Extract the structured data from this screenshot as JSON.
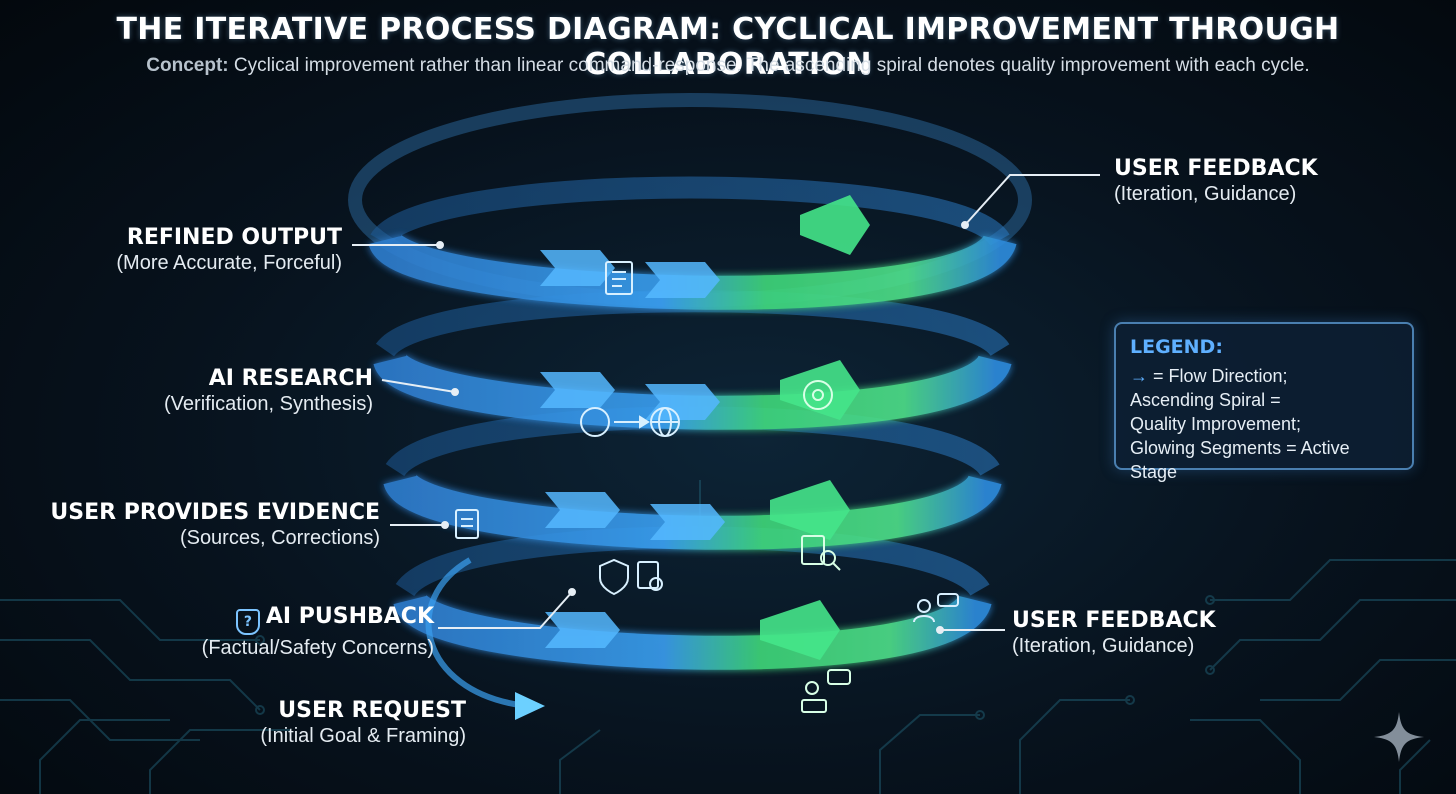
{
  "header": {
    "title": "THE ITERATIVE PROCESS DIAGRAM: CYCLICAL IMPROVEMENT THROUGH COLLABORATION",
    "concept_label": "Concept:",
    "concept_text": "Cyclical improvement rather than linear command-response. The ascending spiral denotes quality improvement with each cycle."
  },
  "stages": [
    {
      "title": "REFINED OUTPUT",
      "subtitle": "(More Accurate, Forceful)",
      "icon": "document-icon"
    },
    {
      "title": "AI RESEARCH",
      "subtitle": "(Verification, Synthesis)",
      "icon": "brain-to-globe-icon"
    },
    {
      "title": "USER PROVIDES EVIDENCE",
      "subtitle": "(Sources, Corrections)",
      "icon": "file-icon"
    },
    {
      "title": "AI PUSHBACK",
      "subtitle": "(Factual/Safety Concerns)",
      "icon": "shield-question-icon"
    },
    {
      "title": "USER REQUEST",
      "subtitle": "(Initial Goal & Framing)",
      "icon": "user-laptop-chat-icon"
    }
  ],
  "feedback": [
    {
      "title": "USER FEEDBACK",
      "subtitle": "(Iteration, Guidance)",
      "icon": "user-chat-icon"
    },
    {
      "title": "USER FEEDBACK",
      "subtitle": "(Iteration, Guidance)",
      "icon": "user-chat-icon"
    }
  ],
  "legend": {
    "title": "LEGEND:",
    "arrow_glyph": "→",
    "line1": " = Flow Direction;",
    "line2": "Ascending Spiral =",
    "line3": "Quality Improvement;",
    "line4": "Glowing Segments = Active Stage"
  },
  "colors": {
    "background": "#07121d",
    "spiral_blue": "#3d9be9",
    "spiral_green": "#3fe07a",
    "legend_accent": "#5fb0ff",
    "circuit": "#1f5a6e"
  }
}
